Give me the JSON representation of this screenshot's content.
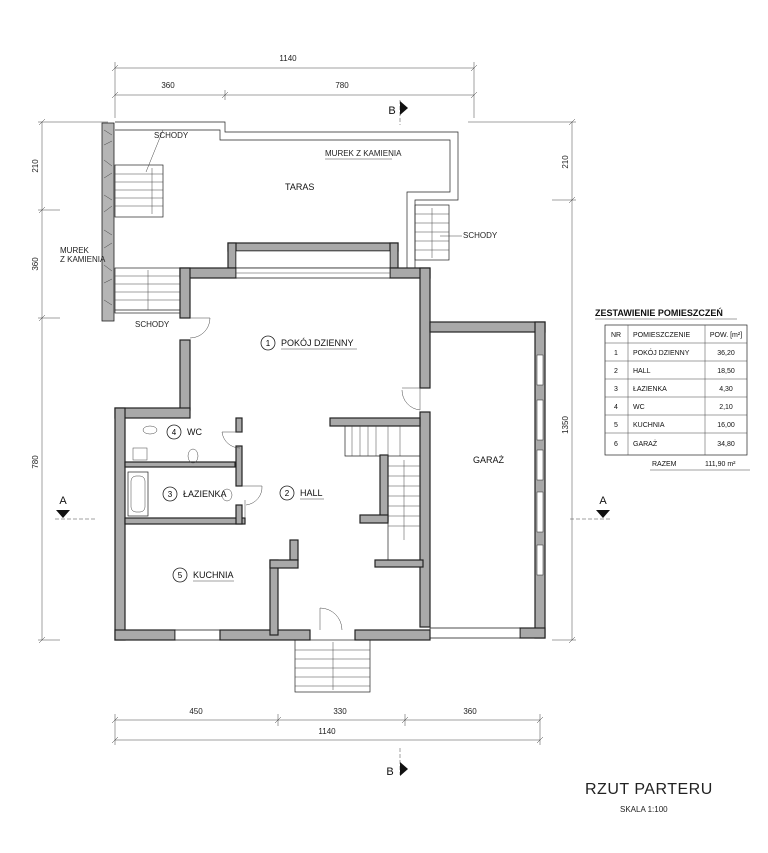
{
  "dimensions": {
    "top_total": "1140",
    "top_left": "360",
    "top_right": "780",
    "left_1": "210",
    "left_2": "360",
    "left_3": "780",
    "right_1": "210",
    "right_2": "1350",
    "bottom_1": "450",
    "bottom_2": "330",
    "bottom_3": "360",
    "bottom_total": "1140"
  },
  "section_marks": {
    "b_top": "B",
    "b_bottom": "B",
    "a_left": "A",
    "a_right": "A"
  },
  "labels": {
    "schody_top": "SCHODY",
    "schody_left": "SCHODY",
    "schody_right": "SCHODY",
    "murek_top": "MUREK Z KAMIENIA",
    "murek_left_1": "MUREK",
    "murek_left_2": "Z KAMIENIA",
    "taras": "TARAS",
    "garaz": "GARAŻ"
  },
  "rooms": [
    {
      "nr": "1",
      "name": "POKÓJ DZIENNY"
    },
    {
      "nr": "2",
      "name": "HALL"
    },
    {
      "nr": "3",
      "name": "ŁAZIENKA"
    },
    {
      "nr": "4",
      "name": "WC"
    },
    {
      "nr": "5",
      "name": "KUCHNIA"
    }
  ],
  "table": {
    "title": "ZESTAWIENIE POMIESZCZEŃ",
    "headers": [
      "NR",
      "POMIESZCZENIE",
      "POW. [m²]"
    ],
    "rows": [
      [
        "1",
        "POKÓJ DZIENNY",
        "36,20"
      ],
      [
        "2",
        "HALL",
        "18,50"
      ],
      [
        "3",
        "ŁAZIENKA",
        "4,30"
      ],
      [
        "4",
        "WC",
        "2,10"
      ],
      [
        "5",
        "KUCHNIA",
        "16,00"
      ],
      [
        "6",
        "GARAŻ",
        "34,80"
      ]
    ],
    "total_label": "RAZEM",
    "total_value": "111,90 m²"
  },
  "title": "RZUT PARTERU",
  "scale": "SKALA 1:100"
}
